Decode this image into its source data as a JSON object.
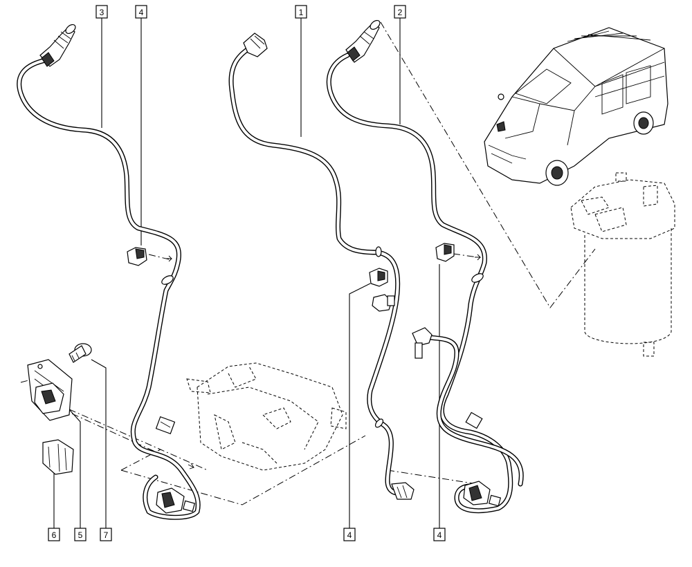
{
  "callouts": [
    {
      "id": "callout-1-top",
      "label": "1"
    },
    {
      "id": "callout-2-top",
      "label": "2"
    },
    {
      "id": "callout-3-top",
      "label": "3"
    },
    {
      "id": "callout-4-top",
      "label": "4"
    },
    {
      "id": "callout-4-bottom-left",
      "label": "4"
    },
    {
      "id": "callout-4-bottom-right",
      "label": "4"
    },
    {
      "id": "callout-5-bottom",
      "label": "5"
    },
    {
      "id": "callout-6-bottom",
      "label": "6"
    },
    {
      "id": "callout-7-bottom",
      "label": "7"
    }
  ]
}
